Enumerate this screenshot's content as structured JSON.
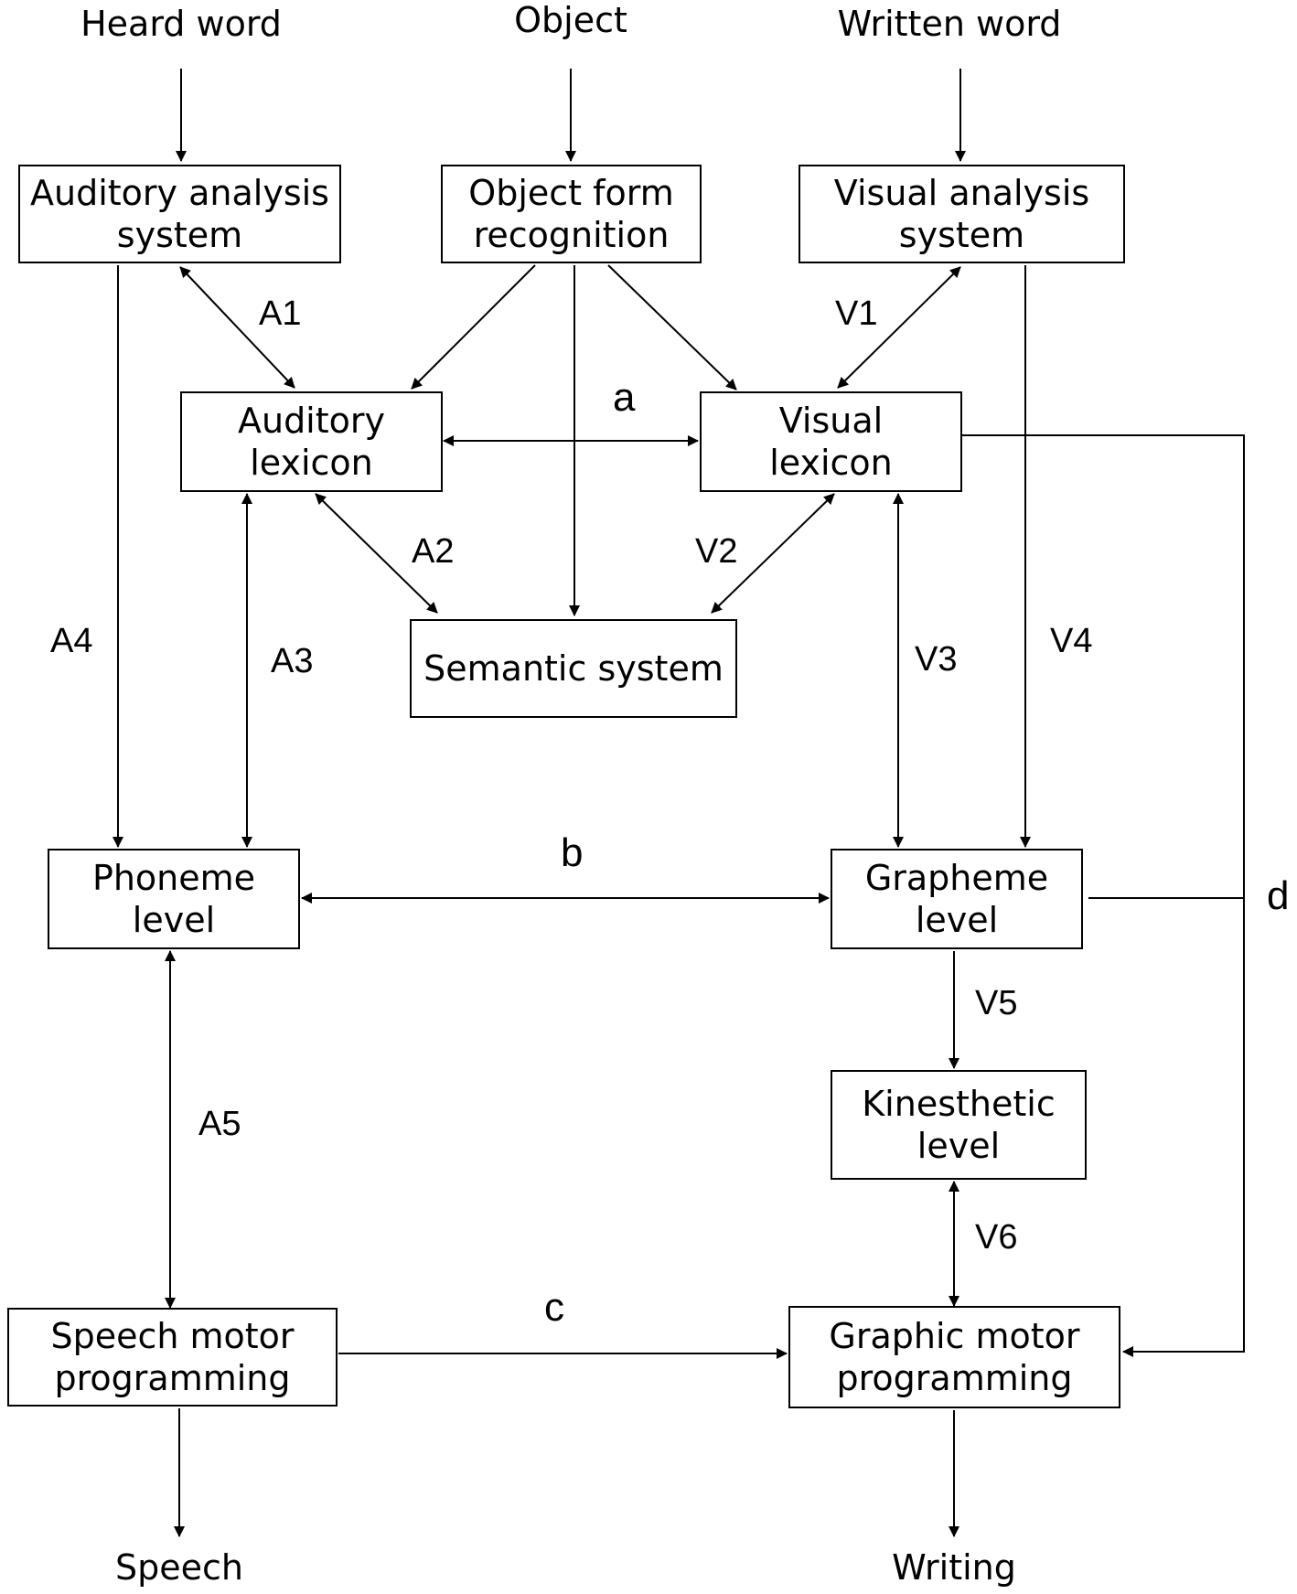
{
  "inputs": {
    "heard_word": "Heard word",
    "object": "Object",
    "written_word": "Written word"
  },
  "outputs": {
    "speech": "Speech",
    "writing": "Writing"
  },
  "modules": {
    "auditory_analysis": "Auditory analysis\nsystem",
    "object_form": "Object form\nrecognition",
    "visual_analysis": "Visual analysis\nsystem",
    "auditory_lexicon": "Auditory\nlexicon",
    "visual_lexicon": "Visual\nlexicon",
    "semantic_system": "Semantic system",
    "phoneme_level": "Phoneme\nlevel",
    "grapheme_level": "Grapheme\nlevel",
    "kinesthetic_level": "Kinesthetic\nlevel",
    "speech_motor": "Speech motor\nprogramming",
    "graphic_motor": "Graphic motor\nprogramming"
  },
  "pathway_labels": {
    "A1": "A1",
    "A2": "A2",
    "A3": "A3",
    "A4": "A4",
    "A5": "A5",
    "V1": "V1",
    "V2": "V2",
    "V3": "V3",
    "V4": "V4",
    "V5": "V5",
    "V6": "V6"
  },
  "route_labels": {
    "a": "a",
    "b": "b",
    "c": "c",
    "d": "d"
  }
}
